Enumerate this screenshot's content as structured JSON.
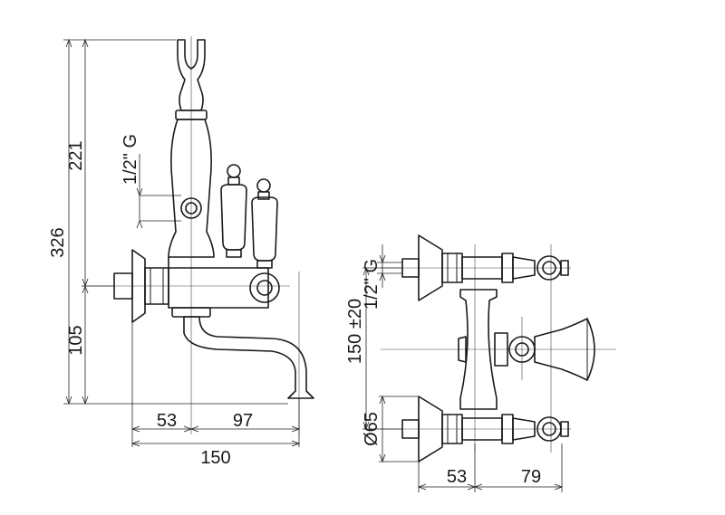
{
  "side_view": {
    "dim_total_height": "326",
    "dim_upper_height": "221",
    "dim_lower_height": "105",
    "dim_thread": "1/2\" G",
    "dim_left_offset": "53",
    "dim_spout_reach": "97",
    "dim_total_width": "150"
  },
  "top_view": {
    "dim_thread": "1/2\" G",
    "dim_center_distance": "150 ±20",
    "dim_diameter": "Ø65",
    "dim_offset_a": "53",
    "dim_offset_b": "79"
  }
}
